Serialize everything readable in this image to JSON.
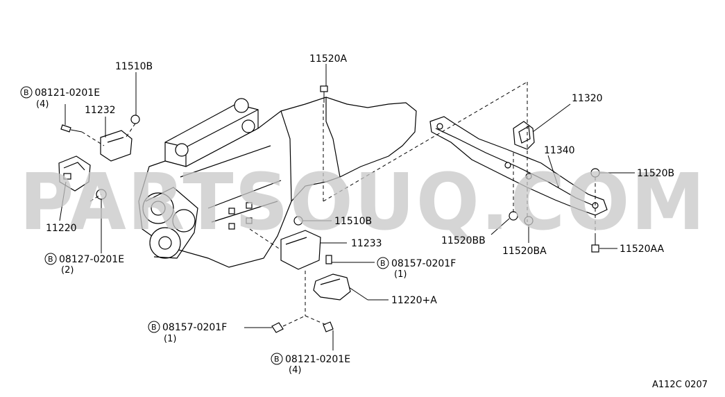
{
  "watermark": "PARTSOUQ.COM",
  "diagram_code": "A112C 0207",
  "bolt_symbol": "B",
  "labels": {
    "l_11510B_top": "11510B",
    "l_11520A": "11520A",
    "l_11320": "11320",
    "l_11340": "11340",
    "l_11520B": "11520B",
    "l_11232": "11232",
    "l_11220": "11220",
    "l_11510B_mid": "11510B",
    "l_11233": "11233",
    "l_11520BB": "11520BB",
    "l_11520BA": "11520BA",
    "l_11520AA": "11520AA",
    "l_11220A": "11220+A"
  },
  "bolts": {
    "b1": {
      "code": "08121-0201E",
      "qty": "(4)"
    },
    "b2": {
      "code": "08127-0201E",
      "qty": "(2)"
    },
    "b3": {
      "code": "08157-0201F",
      "qty": "(1)"
    },
    "b4": {
      "code": "08157-0201F",
      "qty": "(1)"
    },
    "b5": {
      "code": "08121-0201E",
      "qty": "(4)"
    }
  }
}
